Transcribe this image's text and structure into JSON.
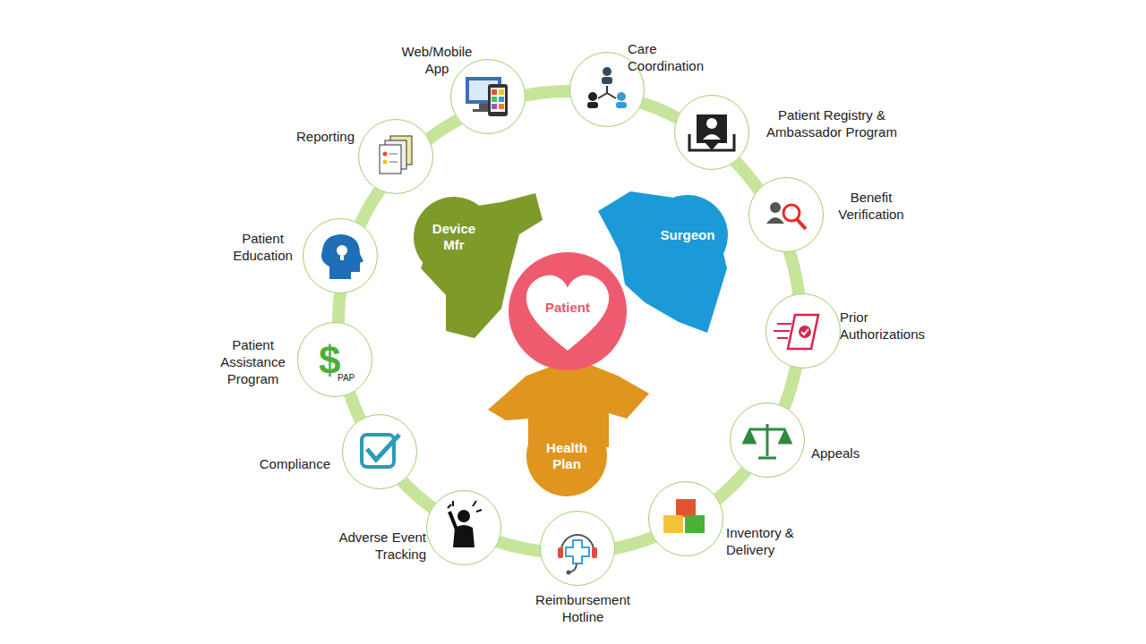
{
  "diagram": {
    "nodes": [
      {
        "text": [
          "Device Mfr"
        ]
      },
      {
        "text": [
          "Surgeon"
        ]
      },
      {
        "text": [
          "Patient"
        ]
      },
      {
        "text": [
          "Health Plan"
        ]
      },
      {
        "text": [
          "Web/Mobile App"
        ]
      },
      {
        "text": [
          "Care Coordination"
        ]
      },
      {
        "text": [
          "Patient Registry & Ambassador Program"
        ]
      },
      {
        "text": [
          "Benefit Verification"
        ]
      },
      {
        "text": [
          "Prior Authorizations"
        ]
      },
      {
        "text": [
          "Appeals"
        ]
      },
      {
        "text": [
          "Inventory & Delivery"
        ]
      },
      {
        "text": [
          "Reimbursement Hotline"
        ]
      },
      {
        "text": [
          "Adverse Event Tracking"
        ]
      },
      {
        "text": [
          "Compliance"
        ]
      },
      {
        "text": [
          "Patient Assistance Program",
          "PAP"
        ]
      },
      {
        "text": [
          "Patient Education"
        ]
      },
      {
        "text": [
          "Reporting"
        ]
      }
    ]
  }
}
